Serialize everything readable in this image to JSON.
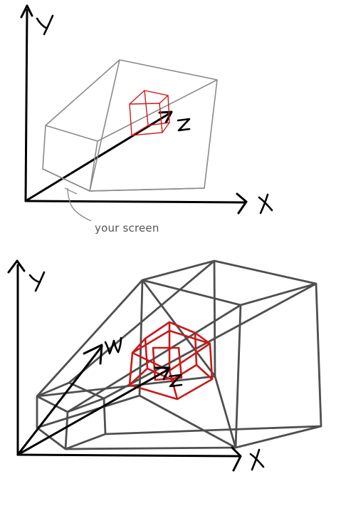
{
  "caption": {
    "screen_label": "your screen"
  },
  "colors": {
    "axis": "#000000",
    "frustum_top": "#8a8a8a",
    "frustum_bottom": "#4f4f4f",
    "cube": "#d11a1a",
    "caption_text": "#555555"
  },
  "icons": {
    "axis_labels": [
      "Y",
      "X",
      "Z",
      "Y",
      "X",
      "Z",
      "W"
    ]
  }
}
